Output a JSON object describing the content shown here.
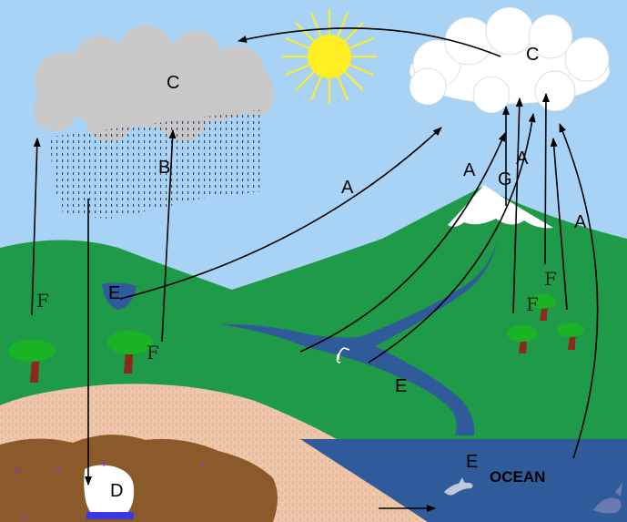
{
  "diagram": {
    "labels": {
      "cloud_left": "C",
      "cloud_right": "C",
      "rain": "B",
      "evap_lake": "A",
      "lake": "E",
      "river": "E",
      "ocean": "E",
      "groundwater": "D",
      "ocean_name": "OCEAN",
      "transp_tree_far_left": "F",
      "transp_tree_left": "F",
      "transp_tree_right_top": "F",
      "transp_tree_right": "F",
      "evap_river": "A",
      "snow_melt": "G",
      "evap_mtn": "A",
      "evap_ocean": "A"
    }
  },
  "colors": {
    "sky": "#a9d3f5",
    "land": "#1f9a48",
    "water": "#2f5b9a",
    "soil": "#8b5a2b",
    "sand": "#efc7a8",
    "cloud_gray": "#c8c8c8",
    "sun": "#ffee22"
  },
  "icons": [
    "sun-icon",
    "cloud-icon",
    "tree-icon",
    "dolphin-icon",
    "bird-icon",
    "whale-icon"
  ]
}
